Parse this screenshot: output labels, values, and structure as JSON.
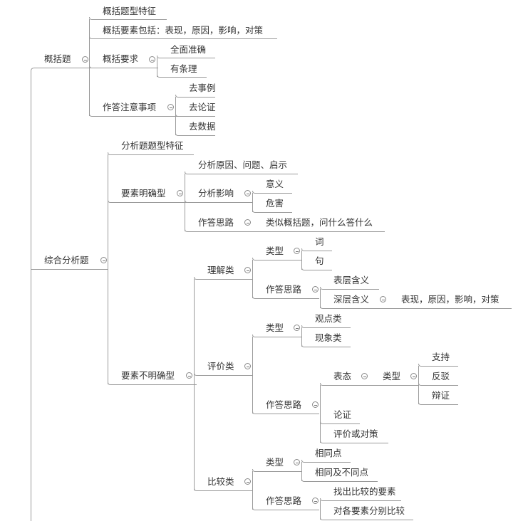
{
  "mindmap": {
    "gaikuo": {
      "label": "概括题",
      "tixing": "概括题型特征",
      "yaosu": "概括要素包括：表现，原因，影响，对策",
      "yaoqiu": {
        "label": "概括要求",
        "c1": "全面准确",
        "c2": "有条理"
      },
      "zhuyi": {
        "label": "作答注意事项",
        "c1": "去事例",
        "c2": "去论证",
        "c3": "去数据"
      }
    },
    "zonghe": {
      "label": "综合分析题",
      "tixing": "分析题题型特征",
      "mingque": {
        "label": "要素明确型",
        "yuanyin": "分析原因、问题、启示",
        "yingxiang": {
          "label": "分析影响",
          "c1": "意义",
          "c2": "危害"
        },
        "silu": {
          "label": "作答思路",
          "c1": "类似概括题，问什么答什么"
        }
      },
      "bumingque": {
        "label": "要素不明确型",
        "lijie": {
          "label": "理解类",
          "leixing": {
            "label": "类型",
            "c1": "词",
            "c2": "句"
          },
          "silu": {
            "label": "作答思路",
            "c1": "表层含义",
            "c2": "深层含义",
            "c2_1": "表现，原因，影响，对策"
          }
        },
        "pingjia": {
          "label": "评价类",
          "leixing": {
            "label": "类型",
            "c1": "观点类",
            "c2": "现象类"
          },
          "silu": {
            "label": "作答思路",
            "taidu": {
              "label": "表态",
              "leixing": "类型",
              "c1": "支持",
              "c2": "反驳",
              "c3": "辩证"
            },
            "lunzheng": "论证",
            "duice": "评价或对策"
          }
        },
        "bijiao": {
          "label": "比较类",
          "leixing": {
            "label": "类型",
            "c1": "相同点",
            "c2": "相同及不同点"
          },
          "silu": {
            "label": "作答思路",
            "c1": "找出比较的要素",
            "c2": "对各要素分别比较"
          }
        }
      }
    }
  }
}
